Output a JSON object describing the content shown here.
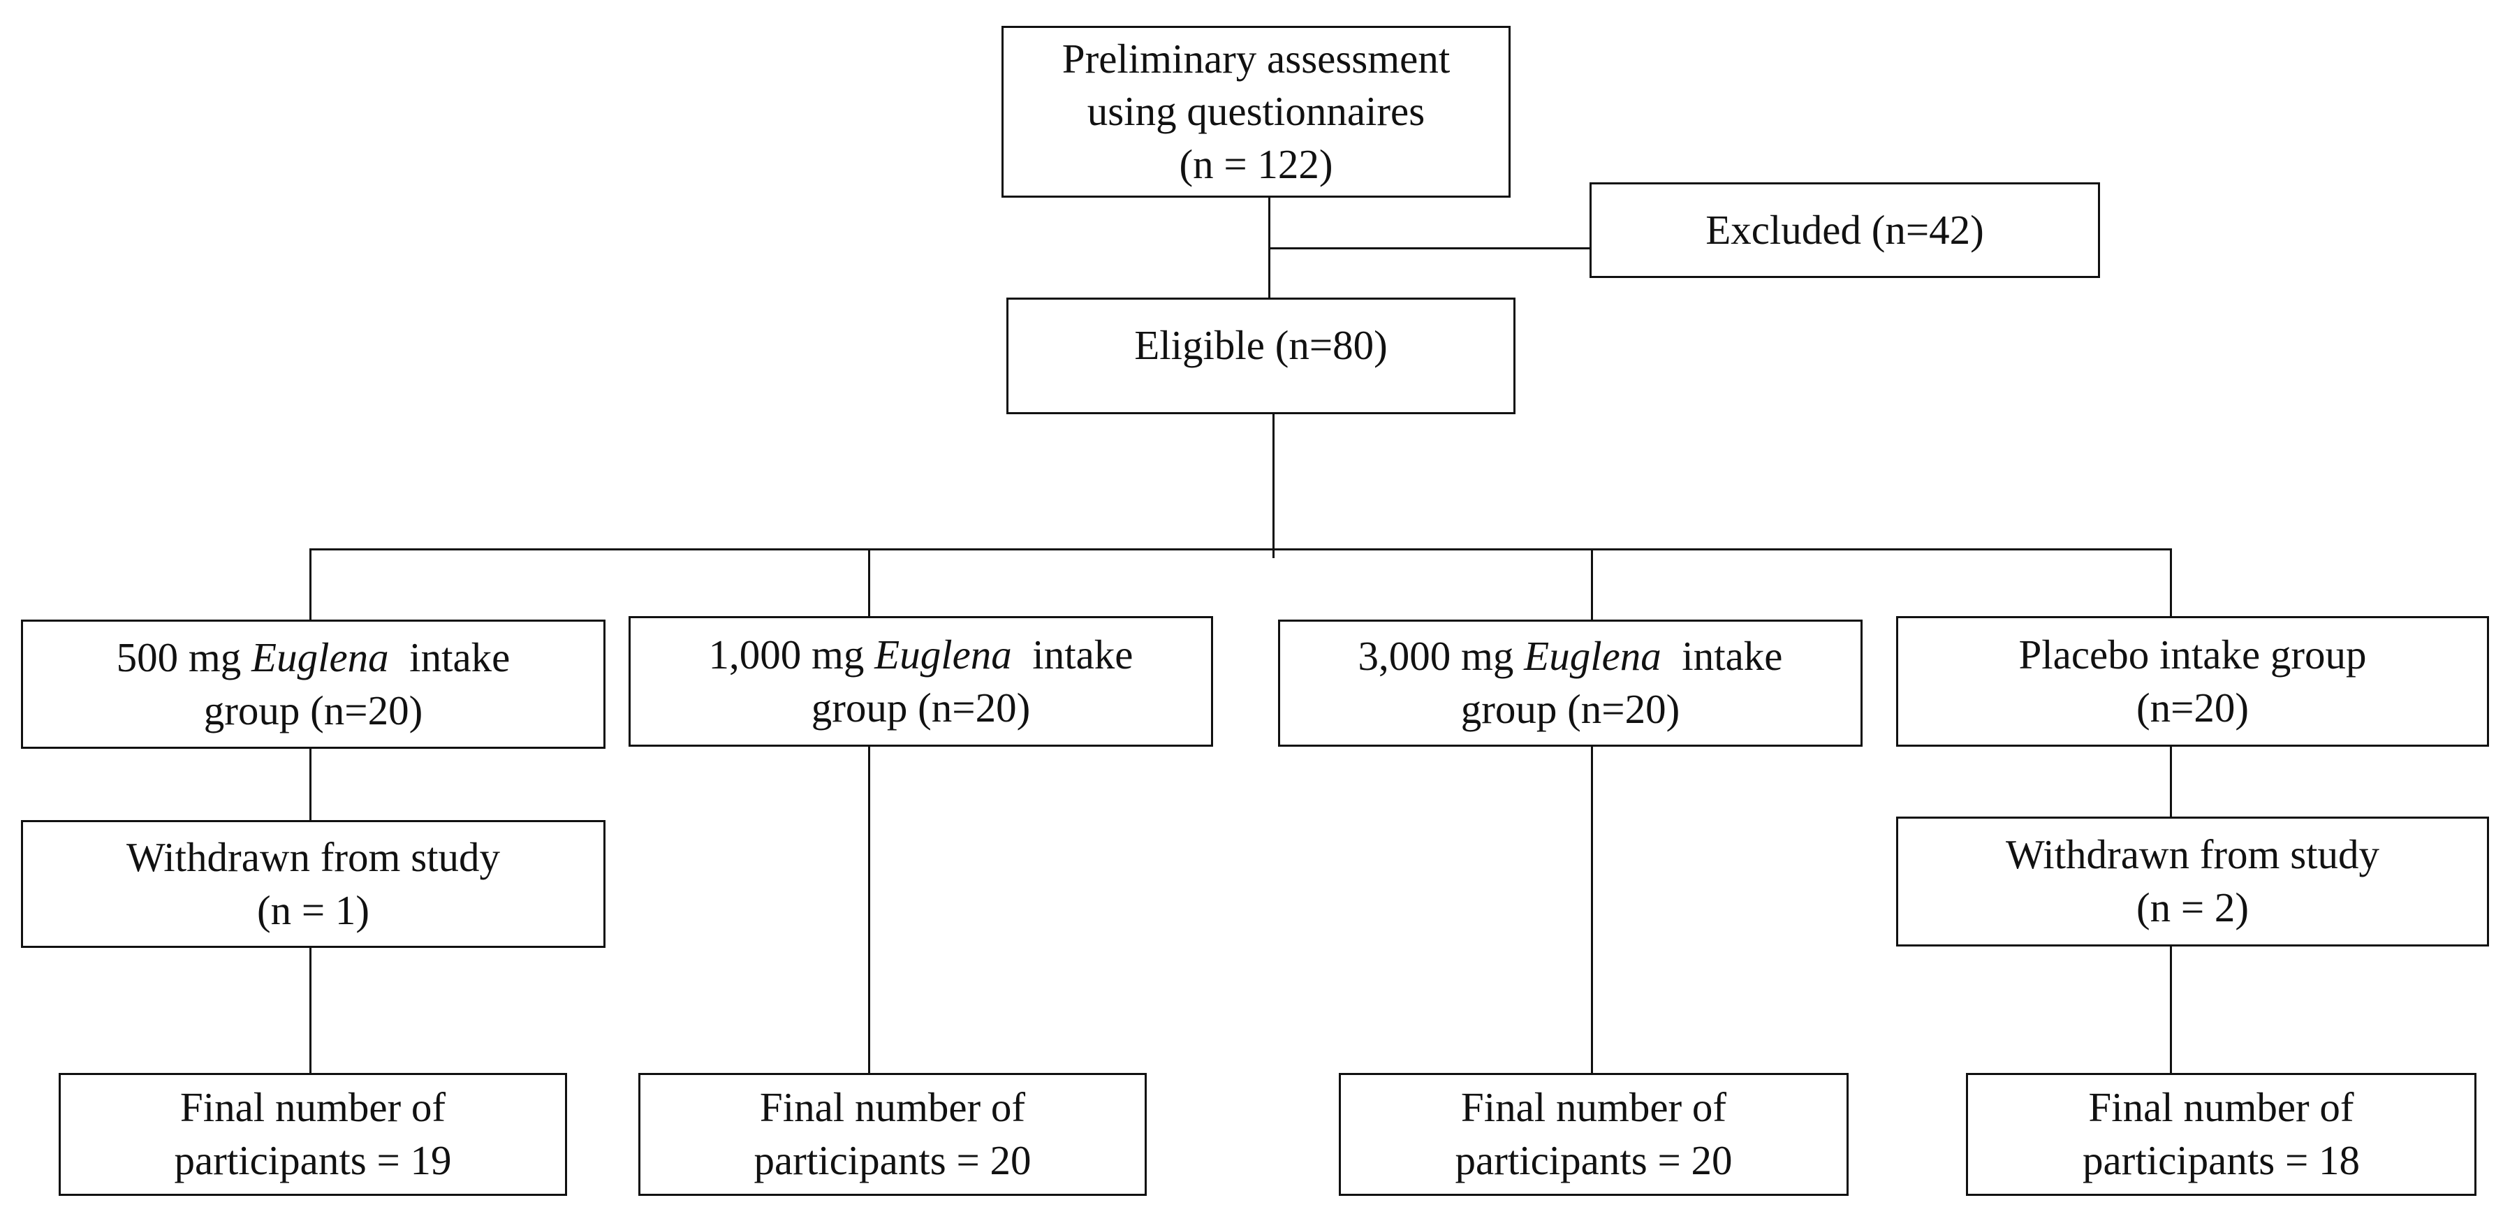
{
  "flowchart": {
    "assessment": {
      "line1": "Preliminary assessment",
      "line2": "using questionnaires",
      "line3": "(n = 122)"
    },
    "excluded": {
      "text": "Excluded (n=42)"
    },
    "eligible": {
      "text": "Eligible (n=80)"
    },
    "groups": [
      {
        "prefix": "500 mg ",
        "italic": "Euglena",
        "suffix": "  intake",
        "line2": "group (n=20)"
      },
      {
        "prefix": "1,000 mg ",
        "italic": "Euglena",
        "suffix": "  intake",
        "line2": "group (n=20)"
      },
      {
        "prefix": "3,000 mg ",
        "italic": "Euglena",
        "suffix": "  intake",
        "line2": "group (n=20)"
      },
      {
        "prefix": "Placebo intake group",
        "italic": "",
        "suffix": "",
        "line2": "(n=20)"
      }
    ],
    "withdrawn": [
      {
        "line1": "Withdrawn from study",
        "line2": "(n = 1)"
      },
      {
        "line1": "Withdrawn from study",
        "line2": "(n = 2)"
      }
    ],
    "final": [
      {
        "line1": "Final number of",
        "line2": "participants = 19"
      },
      {
        "line1": "Final number of",
        "line2": "participants = 20"
      },
      {
        "line1": "Final number of",
        "line2": "participants = 20"
      },
      {
        "line1": "Final number of",
        "line2": "participants = 18"
      }
    ]
  }
}
